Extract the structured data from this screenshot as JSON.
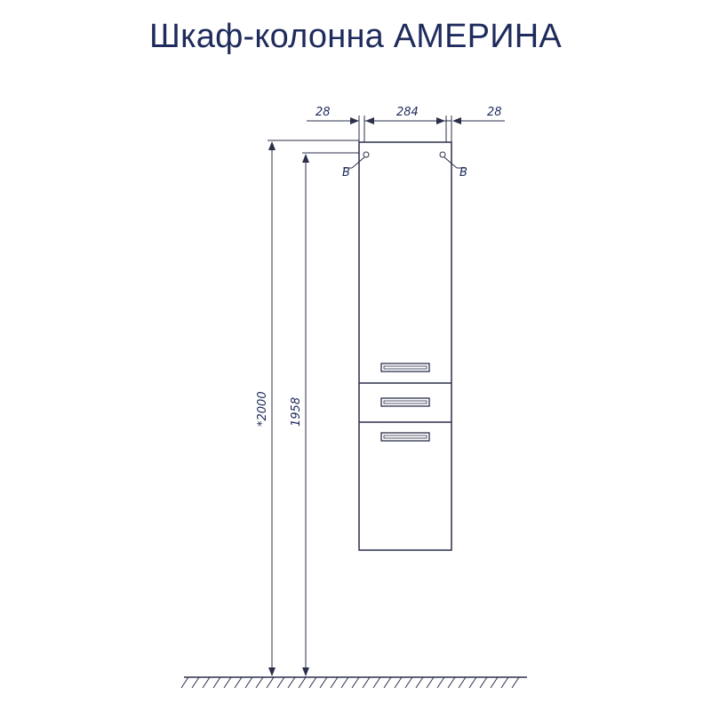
{
  "title": "Шкаф-колонна АМЕРИНА",
  "dimensions": {
    "left_offset": "28",
    "width": "284",
    "right_offset": "28",
    "total_height": "*2000",
    "cabinet_height": "1958",
    "left_mark": "В",
    "right_mark": "В"
  },
  "colors": {
    "title": "#1f2b5c",
    "line": "#2b2f4a"
  }
}
